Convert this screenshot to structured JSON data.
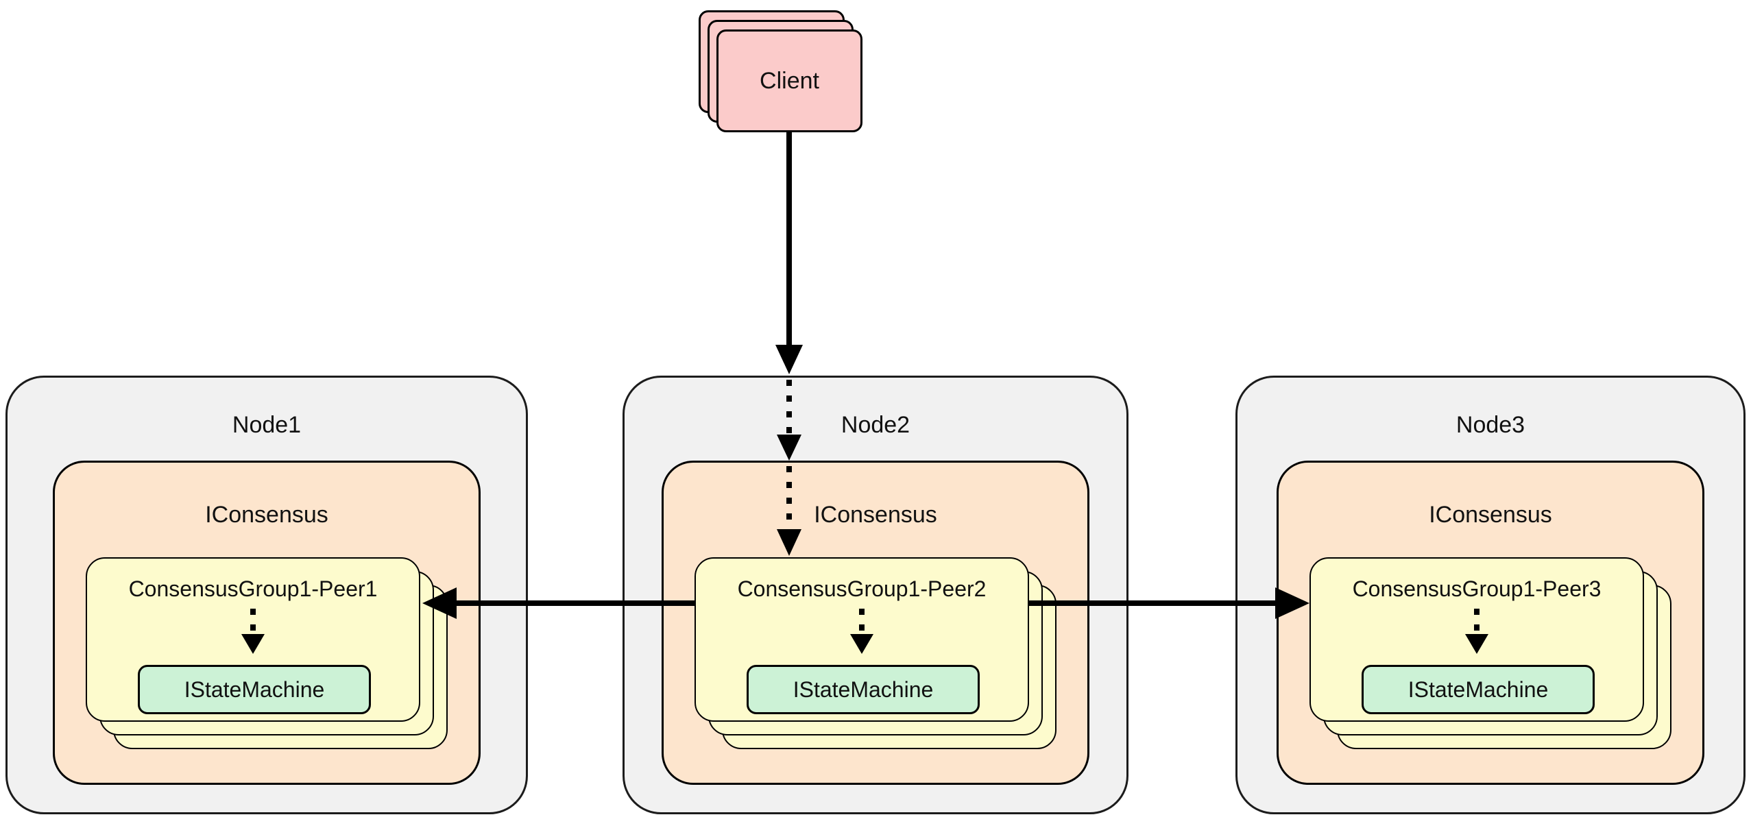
{
  "diagram_type": "consensus-replication-architecture",
  "client": {
    "label": "Client",
    "stack_count": 3
  },
  "nodes": [
    {
      "label": "Node1",
      "consensus_label": "IConsensus",
      "peer_label": "ConsensusGroup1-Peer1",
      "state_machine_label": "IStateMachine",
      "peer_stack_count": 3
    },
    {
      "label": "Node2",
      "consensus_label": "IConsensus",
      "peer_label": "ConsensusGroup1-Peer2",
      "state_machine_label": "IStateMachine",
      "peer_stack_count": 3
    },
    {
      "label": "Node3",
      "consensus_label": "IConsensus",
      "peer_label": "ConsensusGroup1-Peer3",
      "state_machine_label": "IStateMachine",
      "peer_stack_count": 3
    }
  ],
  "edges": [
    {
      "from": "Client",
      "to": "Node2",
      "style": "solid",
      "direction": "down"
    },
    {
      "from": "Node2",
      "to": "IConsensus@Node2",
      "style": "dashed",
      "direction": "down"
    },
    {
      "from": "IConsensus@Node2",
      "to": "ConsensusGroup1-Peer2",
      "style": "dashed",
      "direction": "down"
    },
    {
      "from": "ConsensusGroup1-Peer2",
      "to": "ConsensusGroup1-Peer1",
      "style": "solid",
      "direction": "left"
    },
    {
      "from": "ConsensusGroup1-Peer2",
      "to": "ConsensusGroup1-Peer3",
      "style": "solid",
      "direction": "right"
    },
    {
      "from": "ConsensusGroup1-Peer1",
      "to": "IStateMachine@Node1",
      "style": "dashed",
      "direction": "down"
    },
    {
      "from": "ConsensusGroup1-Peer2",
      "to": "IStateMachine@Node2",
      "style": "dashed",
      "direction": "down"
    },
    {
      "from": "ConsensusGroup1-Peer3",
      "to": "IStateMachine@Node3",
      "style": "dashed",
      "direction": "down"
    }
  ],
  "colors": {
    "background": "#ffffff",
    "client_fill": "#fbcbca",
    "node_fill": "#f1f1f1",
    "consensus_fill": "#fde5cd",
    "peer_fill": "#fdfbcd",
    "state_machine_fill": "#ccf2d6",
    "border": "#000000",
    "arrow": "#000000",
    "text": "#111111"
  }
}
